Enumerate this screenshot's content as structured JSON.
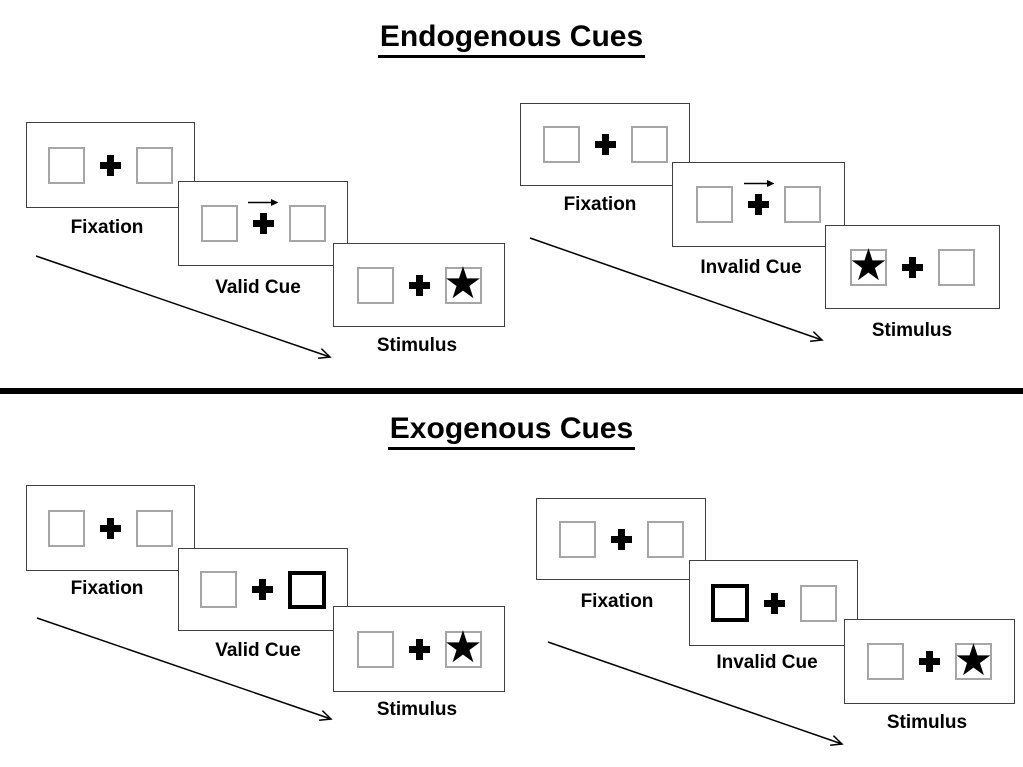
{
  "diagram": {
    "sections": [
      {
        "title": "Endogenous Cues",
        "groups": [
          {
            "name": "valid-cue-trial",
            "panels": [
              {
                "label": "Fixation"
              },
              {
                "label": "Valid Cue"
              },
              {
                "label": "Stimulus"
              }
            ]
          },
          {
            "name": "invalid-cue-trial",
            "panels": [
              {
                "label": "Fixation"
              },
              {
                "label": "Invalid Cue"
              },
              {
                "label": "Stimulus"
              }
            ]
          }
        ]
      },
      {
        "title": "Exogenous Cues",
        "groups": [
          {
            "name": "valid-cue-trial",
            "panels": [
              {
                "label": "Fixation"
              },
              {
                "label": "Valid Cue"
              },
              {
                "label": "Stimulus"
              }
            ]
          },
          {
            "name": "invalid-cue-trial",
            "panels": [
              {
                "label": "Fixation"
              },
              {
                "label": "Invalid Cue"
              },
              {
                "label": "Stimulus"
              }
            ]
          }
        ]
      }
    ]
  },
  "glyphs": {
    "star": "★"
  },
  "colors": {
    "ink": "#000000",
    "panel_border": "#404040",
    "square_border": "#a6a6a6",
    "background": "#ffffff"
  }
}
